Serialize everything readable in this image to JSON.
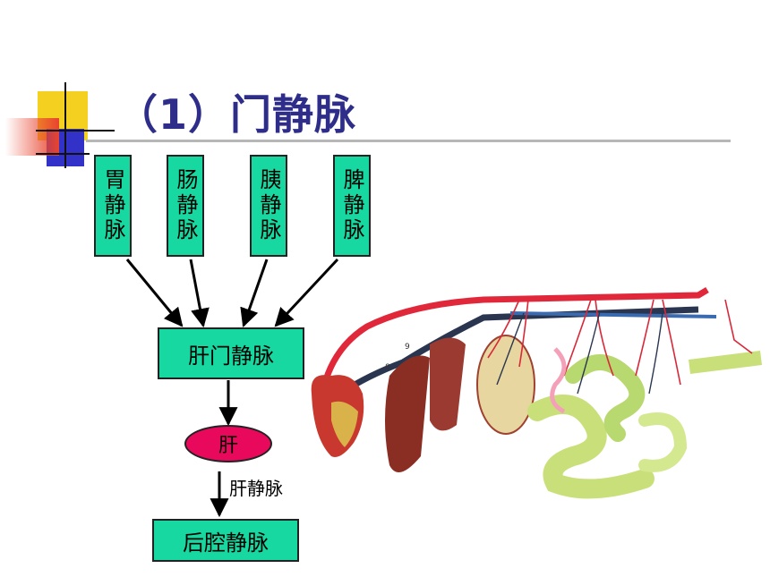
{
  "slide": {
    "title": "（1）门静脉",
    "boxes": {
      "stomach_vein": "胃静脉",
      "intestine_vein": "肠静脉",
      "pancreas_vein": "胰静脉",
      "spleen_vein": "脾静脉",
      "hepatic_portal_vein": "肝门静脉",
      "liver": "肝",
      "hepatic_vein_label": "肝静脉",
      "posterior_vena_cava": "后腔静脉"
    },
    "figure": {
      "marker_9": "9",
      "marker_8": "8"
    },
    "colors": {
      "box_fill": "#17d8a0",
      "liver_fill": "#e8095c",
      "title_color": "#2e2e8a"
    }
  }
}
